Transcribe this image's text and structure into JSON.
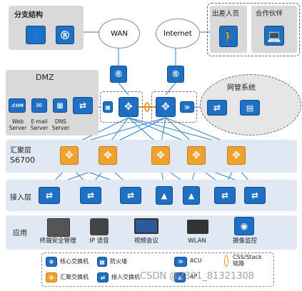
{
  "branch": {
    "title": "分支结构"
  },
  "travel": {
    "title": "出差人员"
  },
  "partner": {
    "title": "合作伙伴"
  },
  "clouds": {
    "wan": "WAN",
    "internet": "Internet"
  },
  "dmz": {
    "title": "DMZ",
    "com_label": ".COM",
    "servers": [
      "Web\nServer",
      "E-mail\nServer",
      "DNS\nServer"
    ]
  },
  "nms": {
    "title": "网管系统"
  },
  "layers": {
    "aggregation": "汇聚层",
    "aggregation_model": "S6700",
    "access": "接入层",
    "application": "应用"
  },
  "apps": [
    "终端安全管理",
    "IP 语音",
    "视频会议",
    "WLAN",
    "摄像监控"
  ],
  "legend": {
    "core_switch": "核心交换机",
    "firewall": "防火墙",
    "acu": "ACU",
    "css_stack": "CSS/Stack\n链路",
    "agg_switch": "汇聚交换机",
    "access_switch": "接入交换机",
    "ap": "AP"
  },
  "watermark": "CSDN @2301_81321308",
  "colors": {
    "device_blue": "#1f6fc3",
    "device_orange": "#f0a22f",
    "zone_gray": "#d9d9d9",
    "link_blue": "#2d7fd0",
    "css_orange": "#f08a1e"
  }
}
